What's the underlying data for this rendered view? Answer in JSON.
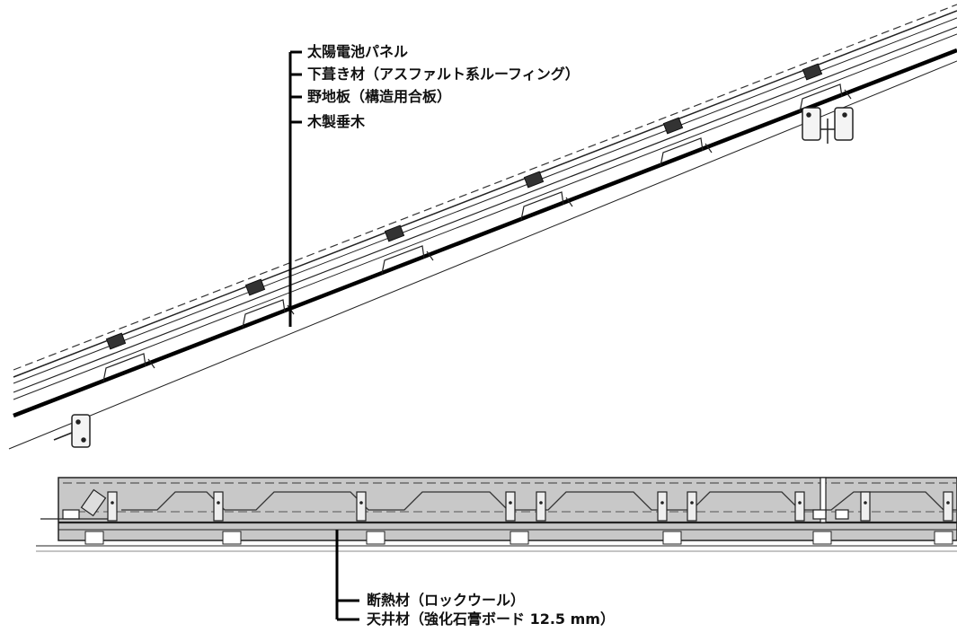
{
  "roof_labels": [
    "太陽電池パネル",
    "下葺き材（アスファルト系ルーフィング）",
    "野地板（構造用合板）",
    "木製垂木"
  ],
  "ceiling_labels": [
    "断熱材（ロックウール）",
    "天井材（強化石膏ボード 12.5 mm）"
  ],
  "colors": {
    "line": "#111111",
    "insulation": "#c8c8c8",
    "dash": "#555555"
  }
}
